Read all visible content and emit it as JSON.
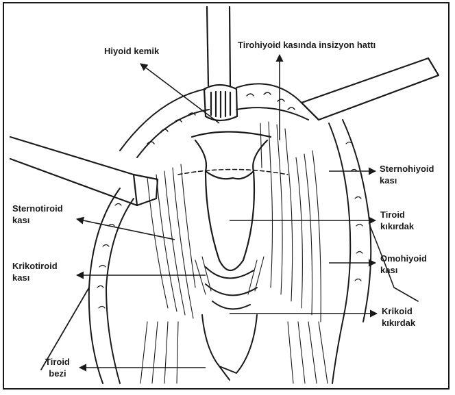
{
  "labels": {
    "hyoid": "Hiyoid kemik",
    "incision": "Tirohiyoid kasında insizyon hattı",
    "sternohyoid_1": "Sternohiyoid",
    "sternohyoid_2": "kası",
    "sternothyroid_1": "Sternotiroid",
    "sternothyroid_2": "kası",
    "thyroid_cart_1": "Tiroid",
    "thyroid_cart_2": "kıkırdak",
    "cricothyroid_1": "Krikotiroid",
    "cricothyroid_2": "kası",
    "omohyoid_1": "Omohiyoid",
    "omohyoid_2": "kası",
    "cricoid_1": "Krikoid",
    "cricoid_2": "kıkırdak",
    "thyroid_gland_1": "Tiroid",
    "thyroid_gland_2": "bezi"
  },
  "colors": {
    "ink": "#1a1a1a",
    "background": "#ffffff"
  }
}
